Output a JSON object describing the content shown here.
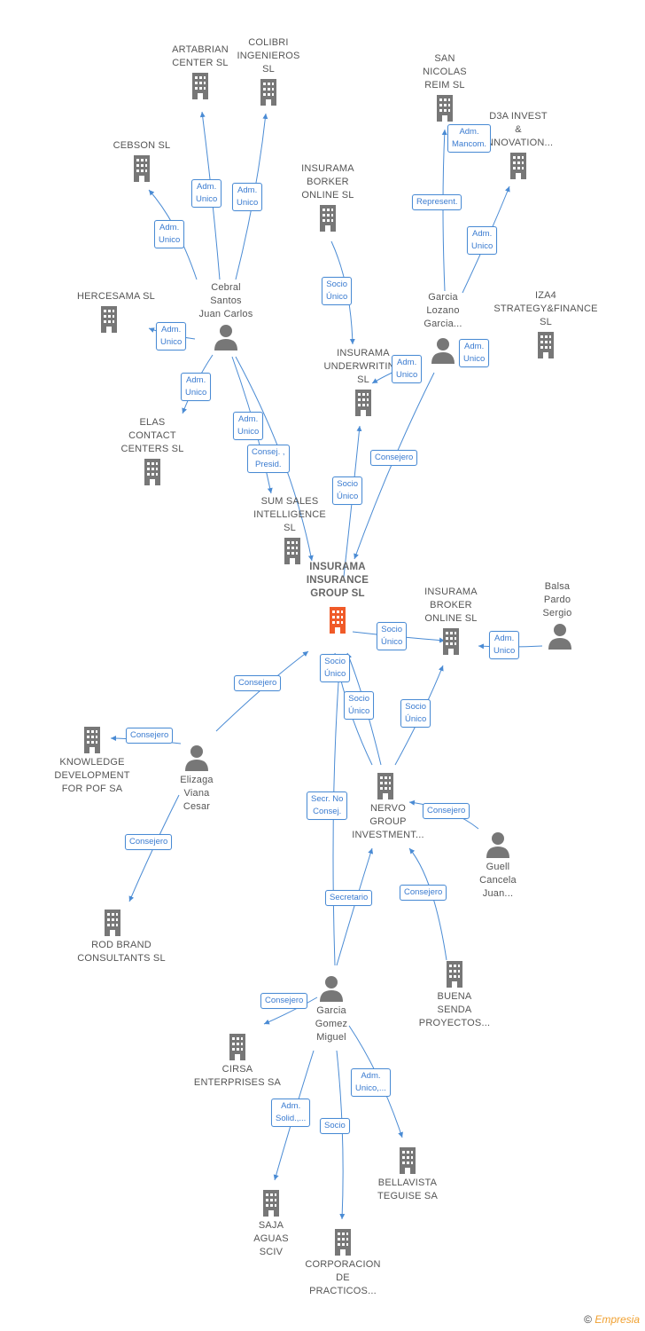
{
  "colors": {
    "edge": "#4a8bd4",
    "building": "#777777",
    "main_building": "#f05a28",
    "person": "#777777",
    "label": "#555555"
  },
  "nodes": {
    "artabrian": {
      "label": "ARTABRIAN\nCENTER SL",
      "icon": "building-icon"
    },
    "colibri": {
      "label": "COLIBRI\nINGENIEROS\nSL",
      "icon": "building-icon"
    },
    "san_nicolas": {
      "label": "SAN\nNICOLAS\nREIM  SL",
      "icon": "building-icon"
    },
    "d3a": {
      "label": "D3A INVEST\n&\nINNOVATION...",
      "icon": "building-icon"
    },
    "cebson": {
      "label": "CEBSON  SL",
      "icon": "building-icon"
    },
    "insurama_borker": {
      "label": "INSURAMA\nBORKER\nONLINE  SL",
      "icon": "building-icon"
    },
    "hercesama": {
      "label": "HERCESAMA SL",
      "icon": "building-icon"
    },
    "cebral": {
      "label": "Cebral\nSantos\nJuan Carlos",
      "icon": "person-icon"
    },
    "garcia_lozano": {
      "label": "Garcia\nLozano\nGarcia...",
      "icon": "person-icon"
    },
    "iza4": {
      "label": "IZA4\nSTRATEGY&FINANCE\nSL",
      "icon": "building-icon"
    },
    "insurama_underwriting": {
      "label": "INSURAMA\nUNDERWRITING\nSL",
      "icon": "building-icon"
    },
    "elas": {
      "label": "ELAS\nCONTACT\nCENTERS SL",
      "icon": "building-icon"
    },
    "sum_sales": {
      "label": "SUM SALES\nINTELLIGENCE\nSL",
      "icon": "building-icon"
    },
    "insurama_group": {
      "label": "INSURAMA\nINSURANCE\nGROUP  SL",
      "icon": "building-icon"
    },
    "insurama_broker": {
      "label": "INSURAMA\nBROKER\nONLINE  SL",
      "icon": "building-icon"
    },
    "balsa": {
      "label": "Balsa\nPardo\nSergio",
      "icon": "person-icon"
    },
    "knowledge": {
      "label": "KNOWLEDGE\nDEVELOPMENT\nFOR POF SA",
      "icon": "building-icon"
    },
    "elizaga": {
      "label": "Elizaga\nViana\nCesar",
      "icon": "person-icon"
    },
    "nervo": {
      "label": "NERVO\nGROUP\nINVESTMENT...",
      "icon": "building-icon"
    },
    "guell": {
      "label": "Guell\nCancela\nJuan...",
      "icon": "person-icon"
    },
    "rod_brand": {
      "label": "ROD BRAND\nCONSULTANTS SL",
      "icon": "building-icon"
    },
    "buena_senda": {
      "label": "BUENA\nSENDA\nPROYECTOS...",
      "icon": "building-icon"
    },
    "garcia_gomez": {
      "label": "Garcia\nGomez\nMiguel",
      "icon": "person-icon"
    },
    "cirsa": {
      "label": "CIRSA\nENTERPRISES SA",
      "icon": "building-icon"
    },
    "bellavista": {
      "label": "BELLAVISTA\nTEGUISE SA",
      "icon": "building-icon"
    },
    "saja": {
      "label": "SAJA\nAGUAS\nSCIV",
      "icon": "building-icon"
    },
    "corporacion": {
      "label": "CORPORACION\nDE\nPRACTICOS...",
      "icon": "building-icon"
    }
  },
  "edge_labels": {
    "e1": "Adm.\nUnico",
    "e2": "Adm.\nUnico",
    "e3": "Adm.\nUnico",
    "e4": "Adm.\nMancom.",
    "e5": "Represent.",
    "e6": "Adm.\nUnico",
    "e7": "Socio\nÚnico",
    "e8": "Adm.\nUnico",
    "e9": "Adm.\nUnico",
    "e10": "Adm.\nUnico",
    "e11": "Adm.\nUnico",
    "e12": "Adm.\nUnico",
    "e13": "Consej. ,\nPresid.",
    "e14": "Consejero",
    "e15": "Socio\nÚnico",
    "e16": "Socio\nÚnico",
    "e17": "Adm.\nUnico",
    "e18": "Socio\nÚnico",
    "e19": "Consejero",
    "e20": "Socio\nÚnico",
    "e21": "Socio\nÚnico",
    "e22": "Consejero",
    "e23": "Consejero",
    "e24": "Consejero",
    "e25": "Secr.  No\nConsej.",
    "e26": "Secretario",
    "e27": "Consejero",
    "e28": "Consejero",
    "e29": "Adm.\nUnico,...",
    "e30": "Adm.\nSolid.,...",
    "e31": "Socio"
  },
  "footer": {
    "copyright": "©",
    "brand": "Empresia"
  }
}
